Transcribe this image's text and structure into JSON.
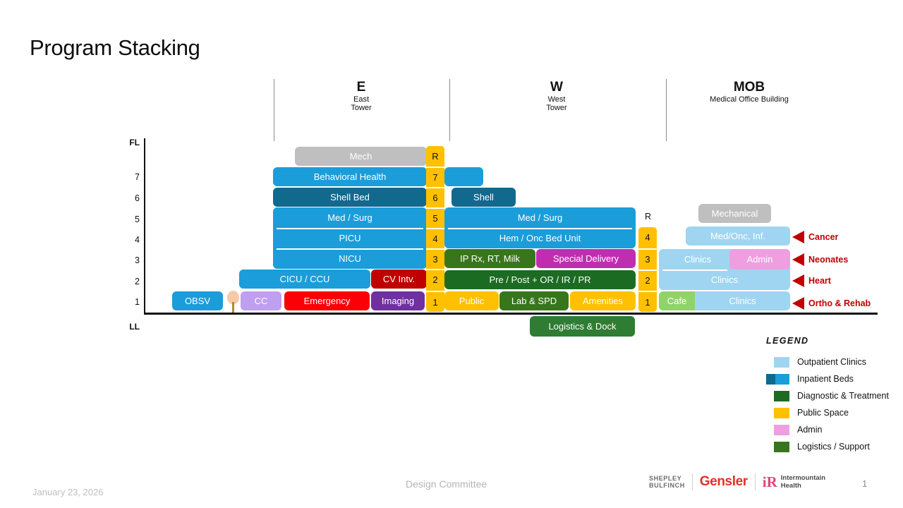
{
  "title": "Program Stacking",
  "towers": [
    {
      "code": "E",
      "sub1": "East",
      "sub2": "Tower"
    },
    {
      "code": "W",
      "sub1": "West",
      "sub2": "Tower"
    },
    {
      "code": "MOB",
      "sub1": "Medical Office Building",
      "sub2": ""
    }
  ],
  "axis": {
    "header": "FL",
    "levels": [
      "7",
      "6",
      "5",
      "4",
      "3",
      "2",
      "1"
    ],
    "lower_level": "LL"
  },
  "spines": {
    "east": [
      "R",
      "7",
      "6",
      "5",
      "4",
      "3",
      "2",
      "1"
    ],
    "west": [
      "4",
      "3",
      "2",
      "1"
    ],
    "east_r_tag": "R",
    "west_r_tag": "R"
  },
  "bars": {
    "east": [
      {
        "label": "Mech",
        "color": "#bfbfbf"
      },
      {
        "label": "Behavioral Health",
        "color": "#1b9dd9"
      },
      {
        "label": "",
        "color": "#1b9dd9"
      },
      {
        "label": "Shell  Bed",
        "color": "#11698e"
      },
      {
        "label": "Med / Surg",
        "color": "#1b9dd9"
      },
      {
        "label": "PICU",
        "color": "#1b9dd9"
      },
      {
        "label": "NICU",
        "color": "#1b9dd9"
      },
      {
        "label": "CICU / CCU",
        "color": "#1b9dd9"
      },
      {
        "label": "CV Intv.",
        "color": "#c00000"
      },
      {
        "label": "OBSV",
        "color": "#1b9dd9"
      },
      {
        "label": "CC",
        "color": "#bf9ff0"
      },
      {
        "label": "Emergency",
        "color": "#fb0007"
      },
      {
        "label": "Imaging",
        "color": "#7030a0"
      }
    ],
    "west": [
      {
        "label": "Shell",
        "color": "#11698e"
      },
      {
        "label": "Med / Surg",
        "color": "#1b9dd9"
      },
      {
        "label": "Hem / Onc Bed Unit",
        "color": "#1b9dd9"
      },
      {
        "label": "IP Rx, RT, Milk",
        "color": "#38761d"
      },
      {
        "label": "Special Delivery",
        "color": "#c12db0"
      },
      {
        "label": "Pre / Post + OR / IR / PR",
        "color": "#1c6b22"
      },
      {
        "label": "Public",
        "color": "#ffc000"
      },
      {
        "label": "Lab & SPD",
        "color": "#38761d"
      },
      {
        "label": "Amenities",
        "color": "#ffc000"
      },
      {
        "label": "Logistics & Dock",
        "color": "#2e7d32"
      }
    ],
    "mob": [
      {
        "label": "Mechanical",
        "color": "#bfbfbf"
      },
      {
        "label": "Med/Onc, Inf.",
        "color": "#9fd5f0"
      },
      {
        "label": "Clinics",
        "color": "#9fd5f0"
      },
      {
        "label": "Admin",
        "color": "#ef9fe0"
      },
      {
        "label": "Clinics",
        "color": "#9fd5f0"
      },
      {
        "label": "Cafe",
        "color": "#90d469"
      },
      {
        "label": "Clinics",
        "color": "#9fd5f0"
      }
    ]
  },
  "callouts": [
    {
      "label": "Cancer"
    },
    {
      "label": "Neonates"
    },
    {
      "label": "Heart"
    },
    {
      "label": "Ortho & Rehab"
    }
  ],
  "legend": {
    "title": "LEGEND",
    "items": [
      {
        "label": "Outpatient Clinics",
        "color": "#9fd5f0",
        "color2": ""
      },
      {
        "label": "Inpatient Beds",
        "color": "#1b9dd9",
        "color2": "#11698e"
      },
      {
        "label": "Diagnostic & Treatment",
        "color": "#1c6b22",
        "color2": ""
      },
      {
        "label": "Public Space",
        "color": "#ffc000",
        "color2": ""
      },
      {
        "label": "Admin",
        "color": "#ef9fe0",
        "color2": ""
      },
      {
        "label": "Logistics / Support",
        "color": "#38761d",
        "color2": ""
      }
    ]
  },
  "footer": {
    "date": "January 23, 2026",
    "center": "Design Committee",
    "page": "1",
    "logo_shepley_1": "SHEPLEY",
    "logo_shepley_2": "BULFINCH",
    "logo_gensler": "Gensler",
    "logo_intermountain_mark": "iR",
    "logo_intermountain_1": "Intermountain",
    "logo_intermountain_2": "Health"
  }
}
